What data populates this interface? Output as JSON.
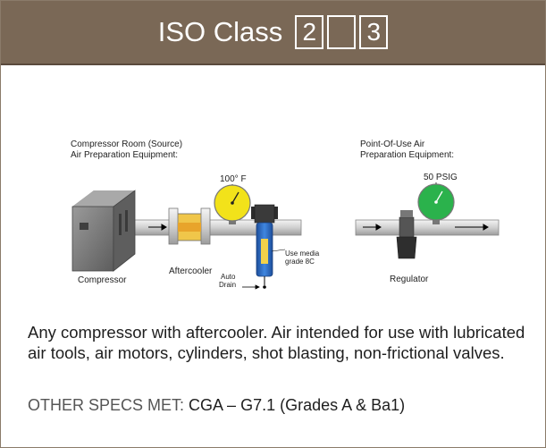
{
  "header": {
    "title": "ISO Class",
    "class_boxes": [
      "2",
      "",
      "3"
    ]
  },
  "diagram": {
    "left_caption_line1": "Compressor Room (Source)",
    "left_caption_line2": "Air Preparation Equipment:",
    "right_caption_line1": "Point-Of-Use Air",
    "right_caption_line2": "Preparation Equipment:",
    "temp_label": "100° F",
    "pressure_label": "50 PSIG",
    "compressor_label": "Compressor",
    "aftercooler_label": "Aftercooler",
    "media_label_line1": "Use media",
    "media_label_line2": "grade 8C",
    "drain_label_line1": "Auto",
    "drain_label_line2": "Drain",
    "regulator_label": "Regulator",
    "colors": {
      "gauge_yellow": "#f2e21a",
      "gauge_green": "#2bb24c",
      "filter_blue": "#2f6fc8",
      "pipe": "#c9c9c9"
    }
  },
  "description": "Any compressor with aftercooler. Air intended for use with lubricated air tools, air motors, cylinders, shot blasting, non-frictional valves.",
  "specs": {
    "label": "OTHER SPECS MET:",
    "value": "CGA – G7.1 (Grades A & Ba1)"
  }
}
